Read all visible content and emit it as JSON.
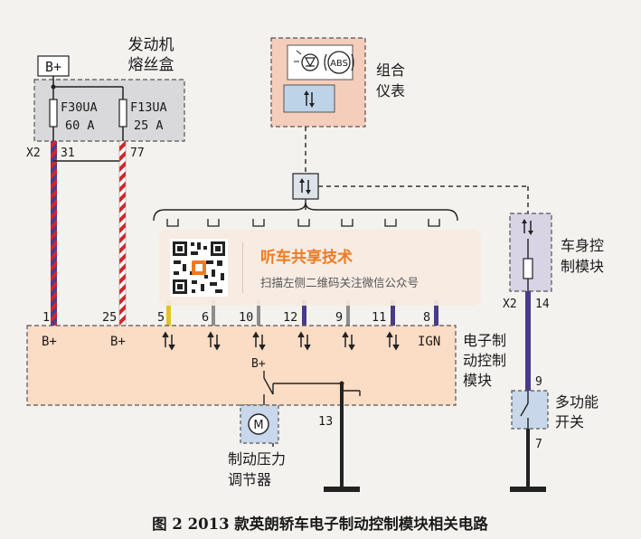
{
  "fuse_box": {
    "title_line1": "发动机",
    "title_line2": "熔丝盒",
    "supply": "B+",
    "fuse_a_name": "F30UA",
    "fuse_a_rating": "60 A",
    "fuse_b_name": "F13UA",
    "fuse_b_rating": "25 A",
    "connector": "X2",
    "pin_a": "31",
    "pin_b": "77"
  },
  "cluster": {
    "title_line1": "组合",
    "title_line2": "仪表",
    "abs_text": "ABS"
  },
  "body_module": {
    "title_line1": "车身控",
    "title_line2": "制模块",
    "connector": "X2",
    "pin": "14"
  },
  "ebcm": {
    "title_line1": "电子制",
    "title_line2": "动控制",
    "title_line3": "模块",
    "pins": [
      "1",
      "25",
      "5",
      "6",
      "10",
      "12",
      "9",
      "11",
      "8"
    ],
    "label_bplus_1": "B+",
    "label_bplus_2": "B+",
    "label_ign": "IGN",
    "label_bplus_internal": "B+",
    "ground_pin": "13",
    "motor_symbol": "M"
  },
  "pressure_regulator": {
    "title_line1": "制动压力",
    "title_line2": "调节器"
  },
  "multifunction_switch": {
    "title_line1": "多功能",
    "title_line2": "开关",
    "pin_top": "9",
    "pin_bottom": "7"
  },
  "caption": "图 2   2013 款英朗轿车电子制动控制模块相关电路",
  "watermark": {
    "title": "听车共享技术",
    "subtitle": "扫描左侧二维码关注微信公众号",
    "icon": "qr-code-icon"
  },
  "colors": {
    "fuse_box_fill": "#d9d9db",
    "cluster_fill": "#f4cdbb",
    "module_fill": "#fbdcc4",
    "body_module_fill": "#d9d3e6",
    "connector_fill": "#bdd3e8",
    "switch_fill": "#c8d7ea",
    "wire_red": "#d0262b",
    "wire_purple": "#4a3a8a",
    "wire_yellow": "#e3c323",
    "accent_orange": "#ee7a22"
  }
}
